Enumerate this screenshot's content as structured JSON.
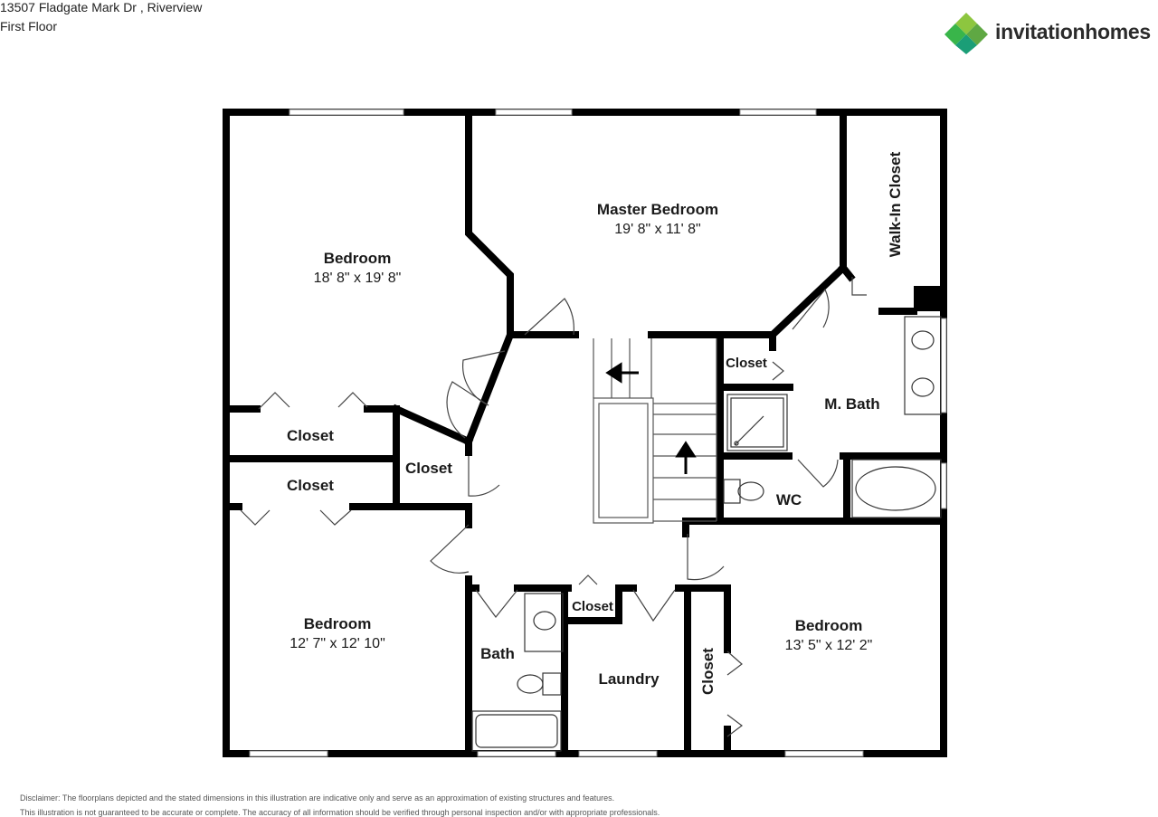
{
  "header": {
    "address": "13507 Fladgate Mark Dr , Riverview",
    "floor": "First Floor"
  },
  "brand": {
    "name_part1": "invitation",
    "name_part2": "homes",
    "logo_colors": [
      "#8dc63f",
      "#39b54a",
      "#1b9e77",
      "#5fa843"
    ],
    "icon": "invitation-homes-diamond-logo"
  },
  "rooms": {
    "bedroom_nw": {
      "name": "Bedroom",
      "dims": "18' 8\" x 19' 8\""
    },
    "master_bedroom": {
      "name": "Master Bedroom",
      "dims": "19' 8\" x 11' 8\""
    },
    "walk_in_closet": {
      "name": "Walk-In Closet"
    },
    "closet_master": {
      "name": "Closet"
    },
    "master_bath": {
      "name": "M. Bath"
    },
    "wc": {
      "name": "WC"
    },
    "closet_w1": {
      "name": "Closet"
    },
    "closet_w2": {
      "name": "Closet"
    },
    "closet_mid": {
      "name": "Closet"
    },
    "bedroom_sw": {
      "name": "Bedroom",
      "dims": "12' 7\" x 12' 10\""
    },
    "bath": {
      "name": "Bath"
    },
    "closet_small": {
      "name": "Closet"
    },
    "laundry": {
      "name": "Laundry"
    },
    "closet_e": {
      "name": "Closet"
    },
    "bedroom_se": {
      "name": "Bedroom",
      "dims": "13' 5\" x 12' 2\""
    }
  },
  "disclaimer": {
    "line1": "Disclaimer: The floorplans depicted and the stated dimensions in this illustration are indicative only and serve as an approximation of existing structures and features.",
    "line2": "This illustration is not guaranteed to be accurate or complete. The accuracy of all information should be verified through personal inspection and/or with appropriate professionals."
  },
  "colors": {
    "wall": "#000000",
    "window": "#ffffff",
    "fixture": "#333333"
  }
}
